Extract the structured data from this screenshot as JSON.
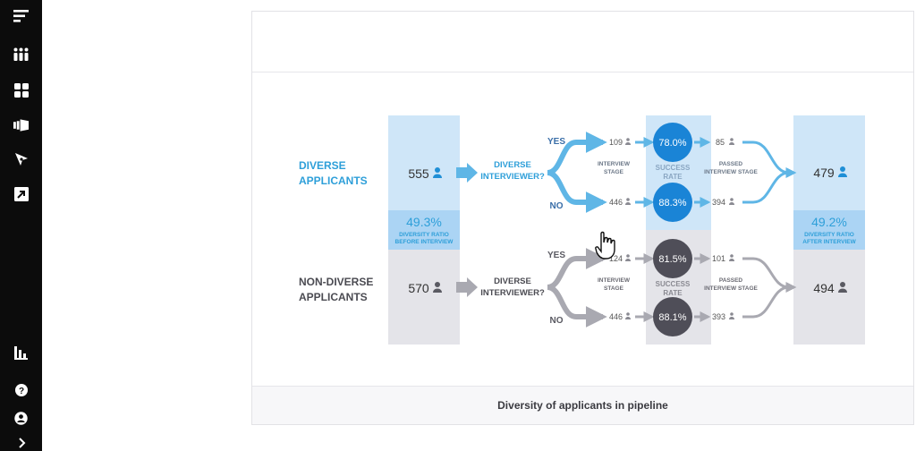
{
  "footer_caption": "Diversity of applicants in pipeline",
  "colors": {
    "diverse": "#2e9fd9",
    "nondiverse": "#5a5a62",
    "panel_blue": "#cfe6f8",
    "panel_gray": "#e4e4e9"
  },
  "sidebar": {
    "icons": [
      "menu-lines-icon",
      "columns-icon",
      "grid-icon",
      "board-icon",
      "compass-icon",
      "export-icon",
      "bar-chart-icon",
      "help-icon",
      "user-icon",
      "chevron-right-icon"
    ]
  },
  "diagram": {
    "diverse": {
      "label_line1": "DIVERSE",
      "label_line2": "APPLICANTS",
      "count": "555",
      "q_line1": "DIVERSE",
      "q_line2": "INTERVIEWER?",
      "yes": "YES",
      "no": "NO",
      "yes_count": "109",
      "no_count": "446",
      "yes_rate": "78.0%",
      "no_rate": "88.3%",
      "yes_passed": "85",
      "no_passed": "394",
      "after_count": "479"
    },
    "nondiverse": {
      "label_line1": "NON-DIVERSE",
      "label_line2": "APPLICANTS",
      "count": "570",
      "q_line1": "DIVERSE",
      "q_line2": "INTERVIEWER?",
      "yes": "YES",
      "no": "NO",
      "yes_count": "124",
      "no_count": "446",
      "yes_rate": "81.5%",
      "no_rate": "88.1%",
      "yes_passed": "101",
      "no_passed": "393",
      "after_count": "494"
    },
    "ratio_before": "49.3%",
    "ratio_before_l1": "DIVERSITY RATIO",
    "ratio_before_l2": "BEFORE INTERVIEW",
    "ratio_after": "49.2%",
    "ratio_after_l1": "DIVERSITY RATIO",
    "ratio_after_l2": "AFTER INTERVIEW",
    "interview_l1": "INTERVIEW",
    "interview_l2": "STAGE",
    "success_l1": "SUCCESS",
    "success_l2": "RATE",
    "passed_l1": "PASSED",
    "passed_l2": "INTERVIEW STAGE"
  }
}
